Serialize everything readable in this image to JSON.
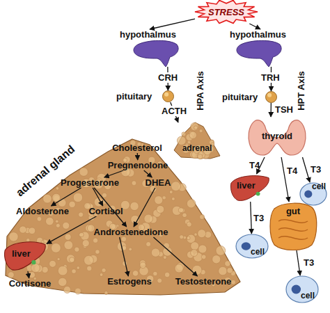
{
  "diagram": {
    "nodes": [
      {
        "text": [
          "STRESS"
        ]
      },
      {
        "text": [
          "hypothalmus"
        ]
      },
      {
        "text": [
          "hypothalmus"
        ]
      },
      {
        "text": [
          "pituitary"
        ]
      },
      {
        "text": [
          "pituitary"
        ]
      },
      {
        "text": [
          "adrenal"
        ]
      },
      {
        "text": [
          "thyroid"
        ]
      },
      {
        "text": [
          "adrenal gland"
        ]
      },
      {
        "text": [
          "Cholesterol"
        ],
        "in": 7
      },
      {
        "text": [
          "Pregnenolone"
        ],
        "in": 7
      },
      {
        "text": [
          "Progesterone"
        ],
        "in": 7
      },
      {
        "text": [
          "DHEA"
        ],
        "in": 7
      },
      {
        "text": [
          "Aldosterone"
        ],
        "in": 7
      },
      {
        "text": [
          "Cortisol"
        ],
        "in": 7
      },
      {
        "text": [
          "Androstenedione"
        ],
        "in": 7
      },
      {
        "text": [
          "Estrogens"
        ],
        "in": 7
      },
      {
        "text": [
          "Testosterone"
        ],
        "in": 7
      },
      {
        "text": [
          "liver"
        ]
      },
      {
        "text": [
          "cell"
        ]
      },
      {
        "text": [
          "gut"
        ]
      },
      {
        "text": [
          "liver"
        ]
      },
      {
        "text": [
          "cell"
        ]
      },
      {
        "text": [
          "Cortisone"
        ]
      },
      {
        "text": [
          "cell"
        ]
      }
    ],
    "edges": [
      {
        "from": 0,
        "to": 1,
        "arrow": "to"
      },
      {
        "from": 0,
        "to": 2,
        "arrow": "to"
      },
      {
        "from": 1,
        "to": 3,
        "label": "CRH",
        "arrow": "to"
      },
      {
        "from": 3,
        "to": 5,
        "label": "ACTH",
        "arrow": "to"
      },
      {
        "from": 2,
        "to": 4,
        "label": "TRH",
        "arrow": "to"
      },
      {
        "from": 4,
        "to": 6,
        "label": "TSH",
        "arrow": "to"
      },
      {
        "from": 6,
        "to": 17,
        "label": "T4",
        "arrow": "to"
      },
      {
        "from": 6,
        "to": 19,
        "label": "T4",
        "arrow": "to"
      },
      {
        "from": 6,
        "to": 18,
        "label": "T3",
        "arrow": "to"
      },
      {
        "from": 17,
        "to": 21,
        "label": "T3",
        "arrow": "to"
      },
      {
        "from": 19,
        "to": 23,
        "label": "T3",
        "arrow": "to"
      },
      {
        "from": 8,
        "to": 9,
        "arrow": "to"
      },
      {
        "from": 9,
        "to": 10,
        "arrow": "to"
      },
      {
        "from": 9,
        "to": 11,
        "arrow": "to"
      },
      {
        "from": 10,
        "to": 12,
        "arrow": "to"
      },
      {
        "from": 10,
        "to": 13,
        "arrow": "to"
      },
      {
        "from": 10,
        "to": 14,
        "arrow": "to"
      },
      {
        "from": 11,
        "to": 14,
        "arrow": "to"
      },
      {
        "from": 13,
        "to": 20,
        "arrow": "to"
      },
      {
        "from": 14,
        "to": 15,
        "arrow": "to"
      },
      {
        "from": 14,
        "to": 16,
        "arrow": "to"
      },
      {
        "from": 20,
        "to": 22,
        "arrow": "to"
      }
    ],
    "labels": [
      "HPA Axis",
      "HPT Axis"
    ]
  }
}
